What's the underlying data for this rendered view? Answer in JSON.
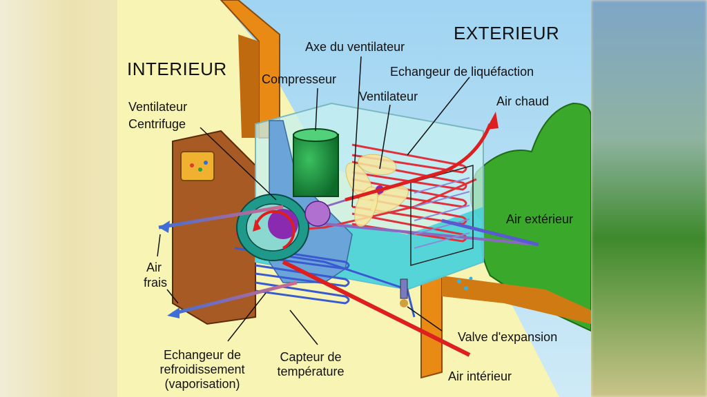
{
  "diagram": {
    "zones": {
      "interior": "INTERIEUR",
      "exterior": "EXTERIEUR"
    },
    "labels": {
      "fan_axis": "Axe du ventilateur",
      "liquefaction_exchanger": "Echangeur de liquéfaction",
      "compressor": "Compresseur",
      "fan": "Ventilateur",
      "hot_air": "Air chaud",
      "centrifugal_fan_1": "Ventilateur",
      "centrifugal_fan_2": "Centrifuge",
      "outside_air": "Air extérieur",
      "cool_air_1": "Air",
      "cool_air_2": "frais",
      "expansion_valve": "Valve d'expansion",
      "cooling_exchanger_1": "Echangeur de",
      "cooling_exchanger_2": "refroidissement",
      "cooling_exchanger_3": "(vaporisation)",
      "temp_sensor_1": "Capteur de",
      "temp_sensor_2": "température",
      "indoor_air": "Air intérieur"
    },
    "colors": {
      "sky": "#a6d8f4",
      "interior_wall": "#f8f4b4",
      "wall_orange": "#e88a14",
      "wall_brown": "#a85a24",
      "box_glass": "#c6f0f0",
      "water": "#40d0d6",
      "compressor_green": "#1a9a3a",
      "foliage": "#3aa82a",
      "hot_red": "#dd1f1f",
      "cold_blue": "#4b6fd0",
      "coil_red": "#e2303a",
      "fan_teal": "#1f9a8a",
      "motor_purple": "#8a2ab0"
    }
  }
}
